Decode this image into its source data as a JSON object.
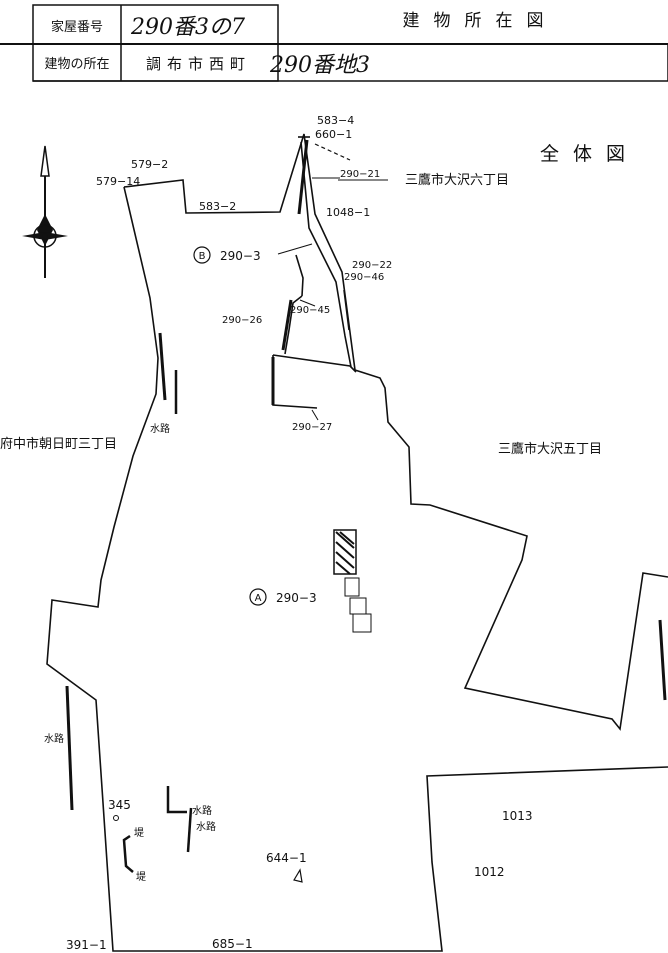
{
  "header": {
    "house_number_label": "家屋番号",
    "house_number_value": "290番3の7",
    "location_label": "建物の所在",
    "location_printed": "調布市西町",
    "location_handwritten": "290番地3",
    "title": "建物所在図"
  },
  "map": {
    "overview_label": "全体図",
    "neighbor_east_upper": "三鷹市大沢六丁目",
    "neighbor_east_lower": "三鷹市大沢五丁目",
    "neighbor_west": "府中市朝日町三丁目",
    "parcel_a_marker": "A",
    "parcel_a_label": "290−3",
    "parcel_b_marker": "B",
    "parcel_b_label": "290−3",
    "lots": {
      "l583_4": "583−4",
      "l660_1": "660−1",
      "l579_2": "579−2",
      "l579_14": "579−14",
      "l583_2": "583−2",
      "l290_21": "290−21",
      "l1048_1": "1048−1",
      "l290_22": "290−22",
      "l290_46": "290−46",
      "l290_26": "290−26",
      "l290_45": "290−45",
      "l290_27": "290−27",
      "l345": "345",
      "l644_1": "644−1",
      "l1013": "1013",
      "l1012": "1012",
      "l391_1": "391−1",
      "l685_1": "685−1"
    },
    "waterway_label": "水路",
    "embankment_label": "堤"
  }
}
